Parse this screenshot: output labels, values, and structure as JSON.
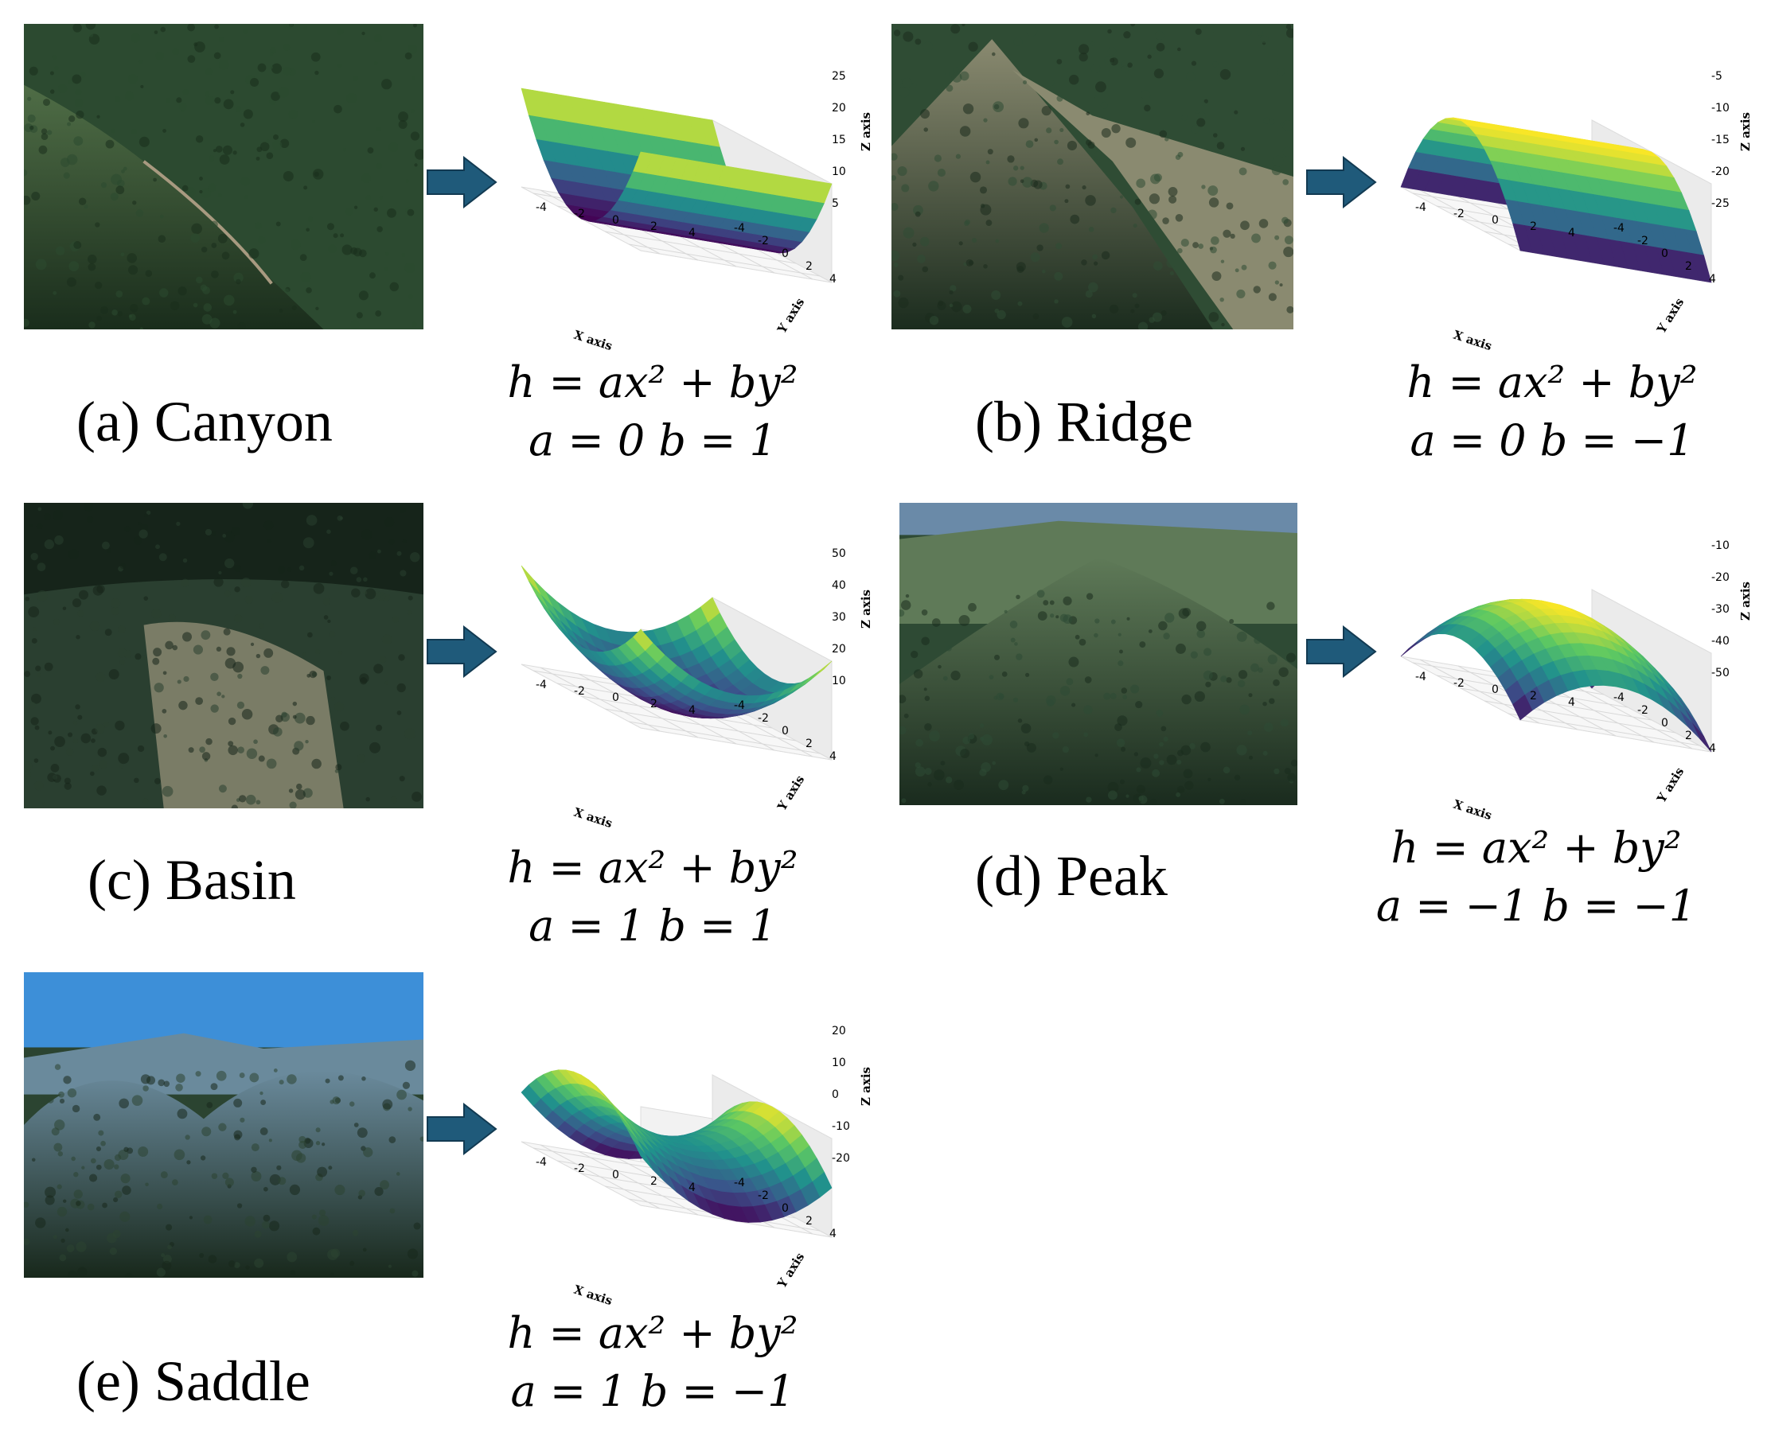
{
  "panels": [
    {
      "id": "canyon",
      "caption": "(a) Canyon",
      "formula": "h  = ax² + by²",
      "params": "a = 0 b = 1",
      "a": 0,
      "b": 1,
      "z_ticks": [
        "25",
        "20",
        "15",
        "10",
        "5"
      ],
      "photo_colors": {
        "sky": "",
        "main": "#2c4a30",
        "dark": "#1a2d1c",
        "light": "#4f6d46"
      }
    },
    {
      "id": "ridge",
      "caption": "(b) Ridge",
      "formula": "h  = ax² + by²",
      "params": "a = 0 b = −1",
      "a": 0,
      "b": -1,
      "z_ticks": [
        "-5",
        "-10",
        "-15",
        "-20",
        "-25"
      ],
      "photo_colors": {
        "sky": "",
        "main": "#2f4c34",
        "dark": "#1b2c1e",
        "light": "#8a8a70"
      }
    },
    {
      "id": "basin",
      "caption": "(c) Basin",
      "formula": "h  = ax² + by²",
      "params": "a = 1 b = 1",
      "a": 1,
      "b": 1,
      "z_ticks": [
        "50",
        "40",
        "30",
        "20",
        "10"
      ],
      "photo_colors": {
        "sky": "",
        "main": "#2a3f30",
        "dark": "#16241a",
        "light": "#7a7c66"
      }
    },
    {
      "id": "peak",
      "caption": "(d) Peak",
      "formula": "h  = ax² + by²",
      "params": "a = −1 b = −1",
      "a": -1,
      "b": -1,
      "z_ticks": [
        "-10",
        "-20",
        "-30",
        "-40",
        "-50"
      ],
      "photo_colors": {
        "sky": "#6a8aa8",
        "main": "#2e4a34",
        "dark": "#1a2b1e",
        "light": "#5f7a58"
      }
    },
    {
      "id": "saddle",
      "caption": "(e) Saddle",
      "formula": "h  = ax² + by²",
      "params": "a = 1 b = −1",
      "a": 1,
      "b": -1,
      "z_ticks": [
        "20",
        "10",
        "0",
        "-10",
        "-20"
      ],
      "photo_colors": {
        "sky": "#3d8fd8",
        "main": "#2b4431",
        "dark": "#18281b",
        "light": "#6a8a9c"
      }
    }
  ],
  "axes": {
    "x_label": "X axis",
    "y_label": "Y axis",
    "z_label": "Z axis",
    "x_ticks": [
      "-4",
      "-2",
      "0",
      "2",
      "4"
    ],
    "y_ticks": [
      "4",
      "2",
      "0",
      "-2",
      "-4"
    ]
  },
  "colors": {
    "arrow_fill": "#1f5a7a",
    "arrow_stroke": "#123a52",
    "colormap": [
      "#440154",
      "#3b528b",
      "#21918c",
      "#5ec962",
      "#fde725"
    ]
  },
  "icons": {
    "arrow": "right-arrow-icon"
  }
}
